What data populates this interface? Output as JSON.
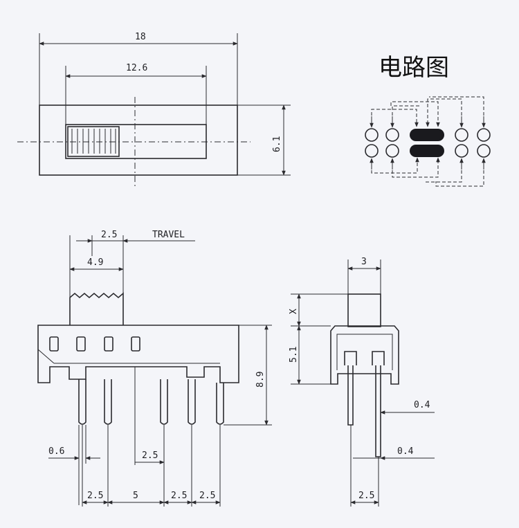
{
  "title": "电路图",
  "top_view": {
    "width": "18",
    "inner_width": "12.6",
    "height": "6.1"
  },
  "side_view": {
    "travel_value": "2.5",
    "travel_label": "TRAVEL",
    "actuator_width": "4.9",
    "body_height": "8.9",
    "pin_width": "0.6",
    "pin_offset": "2.5",
    "pitches": [
      "2.5",
      "5",
      "2.5",
      "2.5"
    ]
  },
  "end_view": {
    "actuator_width": "3",
    "height_x": "X",
    "height": "5.1",
    "pin_thickness_1": "0.4",
    "pin_thickness_2": "0.4",
    "pin_pitch": "2.5"
  }
}
